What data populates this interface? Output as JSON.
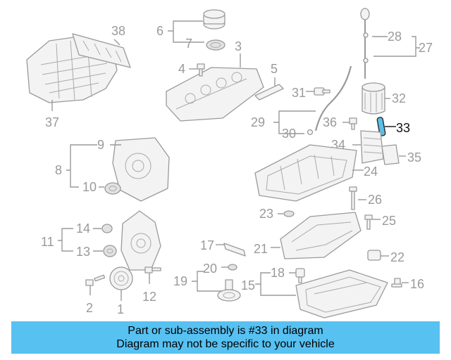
{
  "diagram": {
    "highlight_color": "#5bbfe8",
    "highlighted_part": "33",
    "labels": [
      "1",
      "2",
      "3",
      "4",
      "5",
      "6",
      "7",
      "8",
      "9",
      "10",
      "11",
      "12",
      "13",
      "14",
      "15",
      "16",
      "17",
      "18",
      "19",
      "20",
      "21",
      "22",
      "23",
      "24",
      "25",
      "26",
      "27",
      "28",
      "29",
      "30",
      "31",
      "32",
      "33",
      "34",
      "35",
      "36",
      "37",
      "38"
    ]
  },
  "banner": {
    "color": "#57c1f2",
    "line1": "Part or sub-assembly is #33 in diagram",
    "line2": "Diagram may not be specific to your vehicle"
  }
}
